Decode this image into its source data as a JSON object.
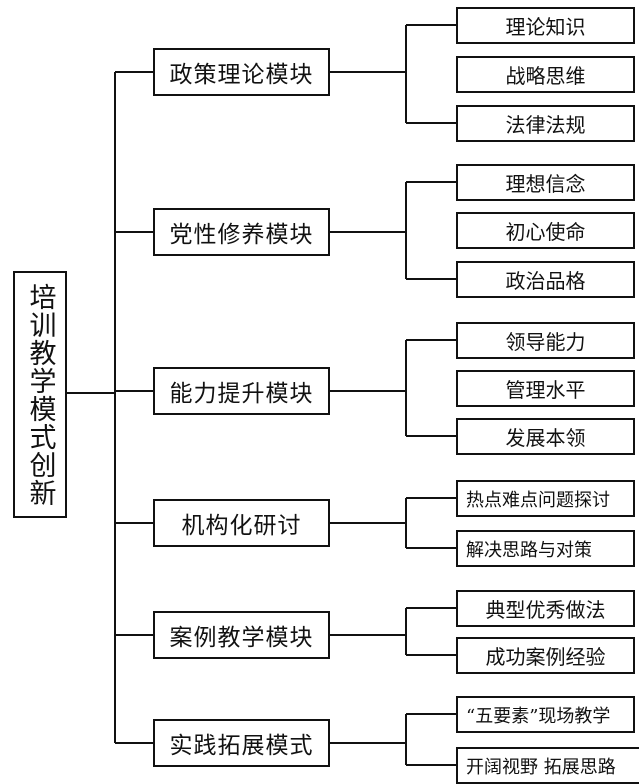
{
  "root": {
    "label": "培训教学模式创新"
  },
  "branches": [
    {
      "label": "政策理论模块",
      "children": [
        "理论知识",
        "战略思维",
        "法律法规"
      ]
    },
    {
      "label": "党性修养模块",
      "children": [
        "理想信念",
        "初心使命",
        "政治品格"
      ]
    },
    {
      "label": "能力提升模块",
      "children": [
        "领导能力",
        "管理水平",
        "发展本领"
      ]
    },
    {
      "label": "机构化研讨",
      "children": [
        "热点难点问题探讨",
        "解决思路与对策"
      ]
    },
    {
      "label": "案例教学模块",
      "children": [
        "典型优秀做法",
        "成功案例经验"
      ]
    },
    {
      "label": "实践拓展模式",
      "children": [
        "“五要素”现场教学",
        "开阔视野 拓展思路"
      ]
    }
  ]
}
